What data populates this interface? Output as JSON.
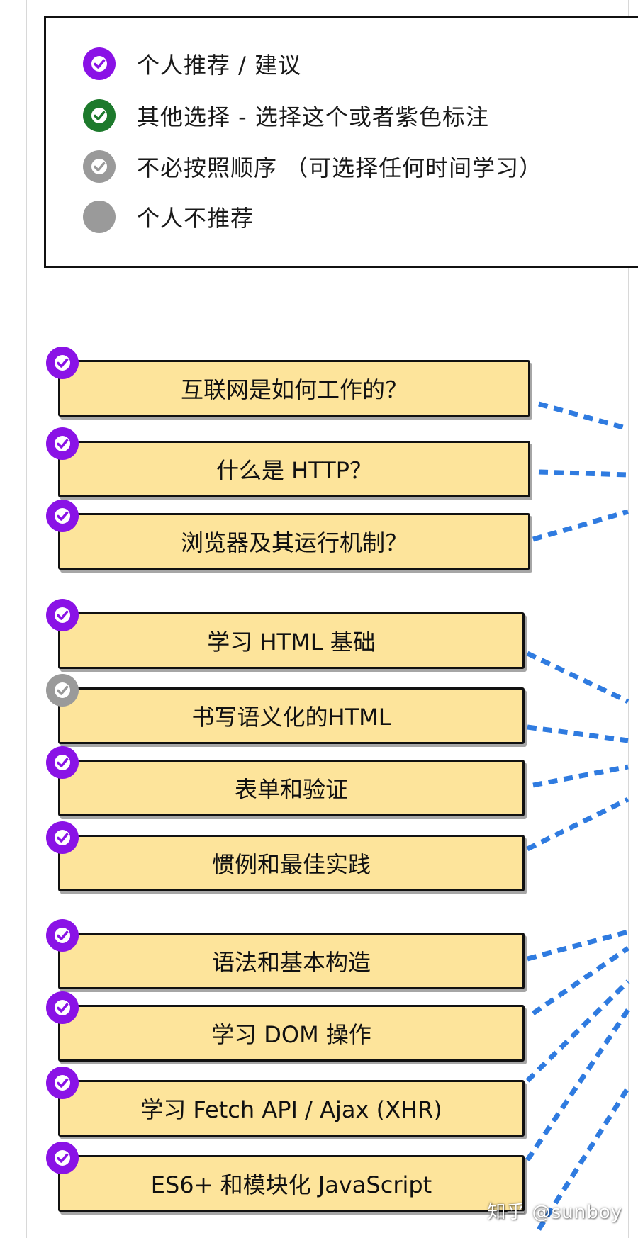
{
  "legend": {
    "items": [
      {
        "label": "个人推荐 / 建议",
        "type": "personal-recommendation",
        "color": "#8a12e6"
      },
      {
        "label": "其他选择 - 选择这个或者紫色标注",
        "type": "alternative-option",
        "color": "#1d7a2c"
      },
      {
        "label": "不必按照顺序 （可选择任何时间学习）",
        "type": "any-order",
        "color": "#9a9a9a"
      },
      {
        "label": "个人不推荐",
        "type": "not-recommended",
        "color": "#9a9a9a"
      }
    ]
  },
  "groups": [
    {
      "topics": [
        {
          "label": "互联网是如何工作的？",
          "status": "personal-recommendation"
        },
        {
          "label": "什么是 HTTP？",
          "status": "personal-recommendation"
        },
        {
          "label": "浏览器及其运行机制？",
          "status": "personal-recommendation"
        }
      ]
    },
    {
      "topics": [
        {
          "label": "学习 HTML 基础",
          "status": "personal-recommendation"
        },
        {
          "label": "书写语义化的HTML",
          "status": "any-order"
        },
        {
          "label": "表单和验证",
          "status": "personal-recommendation"
        },
        {
          "label": "惯例和最佳实践",
          "status": "personal-recommendation"
        }
      ]
    },
    {
      "topics": [
        {
          "label": "语法和基本构造",
          "status": "personal-recommendation"
        },
        {
          "label": "学习 DOM 操作",
          "status": "personal-recommendation"
        },
        {
          "label": "学习 Fetch API / Ajax (XHR)",
          "status": "personal-recommendation"
        },
        {
          "label": "ES6+ 和模块化 JavaScript",
          "status": "personal-recommendation"
        }
      ]
    }
  ],
  "colors": {
    "topic_fill": "#fde49b",
    "connector": "#2f7be0",
    "recommended": "#8a12e6",
    "alternative": "#1d7a2c",
    "optional": "#9a9a9a"
  },
  "watermark": "知乎 @sunboy"
}
